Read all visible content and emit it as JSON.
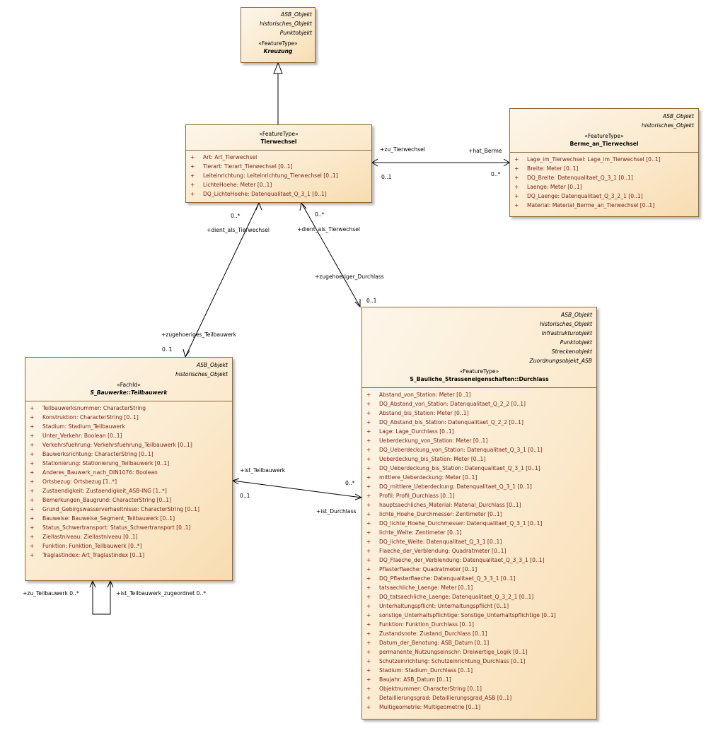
{
  "classes": {
    "kreuzung": {
      "tags": [
        "ASB_Objekt",
        "historisches_Objekt",
        "Punktobjekt"
      ],
      "stereotype": "«FeatureType»",
      "name": "Kreuzung"
    },
    "tierwechsel": {
      "stereotype": "«FeatureType»",
      "name": "Tierwechsel",
      "attrs": [
        "Art: Art_Tierwechsel",
        "Tierart: Tierart_Tierwechsel [0..1]",
        "Leiteinrichtung: Leiteinrichtung_Tierwechsel [0..1]",
        "LichteHoehe: Meter [0..1]",
        "DQ_LichteHoehe: Datenqualitaet_Q_3_1 [0..1]"
      ]
    },
    "berme": {
      "tags": [
        "ASB_Objekt",
        "historisches_Objekt"
      ],
      "stereotype": "«FeatureType»",
      "name": "Berme_an_Tierwechsel",
      "attrs": [
        "Lage_im_Tierwechsel: Lage_im_Tierwechsel [0..1]",
        "Breite: Meter [0..1]",
        "DQ_Breite: Datenqualitaet_Q_3_1 [0..1]",
        "Laenge: Meter [0..1]",
        "DQ_Laenge: Datenqualitaet_Q_3_2_1 [0..1]",
        "Material: Material_Berme_an_Tierwechsel [0..1]"
      ]
    },
    "teilbauwerk": {
      "tags": [
        "ASB_Objekt",
        "historisches_Objekt"
      ],
      "stereotype": "«FachId»",
      "name": "S_Bauwerke::Teilbauwerk",
      "attrs": [
        "Teilbauwerksnummer: CharacterString",
        "Konstruktion: CharacterString [0..1]",
        "Stadium: Stadium_Teilbauwerk",
        "Unter_Verkehr: Boolean [0..1]",
        "Verkehrsfuehrung: Verkehrsfuehrung_Teilbauwerk [0..1]",
        "Bauwerksrichtung: CharacterString [0..1]",
        "Stationierung: Stationierung_Teilbauwerk [0..1]",
        "Anderes_Bauwerk_nach_DIN1076: Boolean",
        "Ortsbezug: Ortsbezug [1..*]",
        "Zustaendigkeit: Zustaendigkeit_ASB-ING [1..*]",
        "Bemerkungen_Baugrund: CharacterString [0..1]",
        "Grund_Gebirgswasserverhaeltnisse: CharacterString [0..1]",
        "Bauweise: Bauweise_Segment_Teilbauwerk [0..1]",
        "Status_Schwertransport: Status_Schwertransport [0..1]",
        "Ziellastniveau: Ziellastniveau [0..1]",
        "Funktion: Funktion_Teilbauwerk [0..*]",
        "Traglastindex: Art_Traglastindex [0..1]"
      ]
    },
    "durchlass": {
      "tags": [
        "ASB_Objekt",
        "historisches_Objekt",
        "Infrastrukturobjekt",
        "Punktobjekt",
        "Streckenobjekt",
        "Zuordnungsobjekt_ASB"
      ],
      "stereotype": "«FeatureType»",
      "name": "S_Bauliche_Strasseneigenschaften::Durchlass",
      "attrs": [
        "Abstand_von_Station: Meter [0..1]",
        "DQ_Abstand_von_Station: Datenqualitaet_Q_2_2 [0..1]",
        "Abstand_bis_Station: Meter [0..1]",
        "DQ_Abstand_bis_Station: Datenqualitaet_Q_2_2 [0..1]",
        "Lage: Lage_Durchlass [0..1]",
        "Ueberdeckung_von_Station: Meter [0..1]",
        "DQ_Ueberdeckung_von_Station: Datenqualitaet_Q_3_1 [0..1]",
        "Ueberdeckung_bis_Station: Meter [0..1]",
        "DQ_Ueberdeckung_bis_Station: Datenqualitaet_Q_3_1 [0..1]",
        "mittlere_Ueberdeckung: Meter [0..1]",
        "DQ_mittlere_Ueberdeckung: Datenqualitaet_Q_3_1 [0..1]",
        "Profil: Profil_Durchlass [0..1]",
        "hauptsaechliches_Material: Material_Durchlass [0..1]",
        "lichte_Hoehe_Durchmesser: Zentimeter [0..1]",
        "DQ_lichte_Hoehe_Durchmesser: Datenqualitaet_Q_3_1 [0..1]",
        "lichte_Weite: Zentimeter [0..1]",
        "DQ_lichte_Weite: Datenqualitaet_Q_3_1 [0..1]",
        "Flaeche_der_Verblendung: Quadratmeter [0..1]",
        "DQ_Flaeche_der_Verblendung: Datenqualitaet_Q_3_3_1 [0..1]",
        "Pflasterflaeche: Quadratmeter [0..1]",
        "DQ_Pflasterflaeche: Datenqualitaet_Q_3_3_1 [0..1]",
        "tatsaechliche_Laenge: Meter [0..1]",
        "DQ_tatsaechliche_Laenge: Datenqualitaet_Q_3_2_1 [0..1]",
        "Unterhaltungspflicht: Unterhaltungspflicht [0..1]",
        "sonstige_Unterhaltspflichtige: Sonstige_Unterhaltspflichtige [0..1]",
        "Funktion: Funktion_Durchlass [0..1]",
        "Zustandsnote: Zustand_Durchlass [0..1]",
        "Datum_der_Benotung: ASB_Datum [0..1]",
        "permanente_Nutzungseinschr: Dreiwertige_Logik [0..1]",
        "Schutzeinrichtung: Schutzeinrichtung_Durchlass [0..1]",
        "Stadium: Stadium_Durchlass [0..1]",
        "Baujahr: ASB_Datum [0..1]",
        "Objektnummer: CharacterString [0..1]",
        "Detaillierungsgrad: Detaillierungsgrad_ASB [0..1]",
        "Multigeometrie: Multigeometrie [0..1]"
      ]
    }
  },
  "labels": {
    "zu_tierwechsel": "+zu_Tierwechsel",
    "hat_berme": "+hat_Berme",
    "mult_tw_berme": "0..1",
    "mult_berme": "0..*",
    "mult_tw_tb": "0..*",
    "dient_tb": "+dient_als_Tierwechsel",
    "mult_tw_dl": "0..*",
    "dient_dl": "+dient_als_Tierwechsel",
    "zug_durchlass": "+zugehoeriger_Durchlass",
    "mult_dl": "0..1",
    "zug_teilbauwerk": "+zugehoeriges_Teilbauwerk",
    "mult_tb": "0..1",
    "ist_teilbauwerk": "+ist_Teilbauwerk",
    "mult_dl_tb": "0..*",
    "mult_tb_dl": "0..1",
    "ist_durchlass": "+ist_Durchlass",
    "zu_teilbauwerk": "+zu_Teilbauwerk 0..*",
    "ist_teilbauwerk_zugeordnet": "+ist_Teilbauwerk_zugeordnet 0..*"
  }
}
